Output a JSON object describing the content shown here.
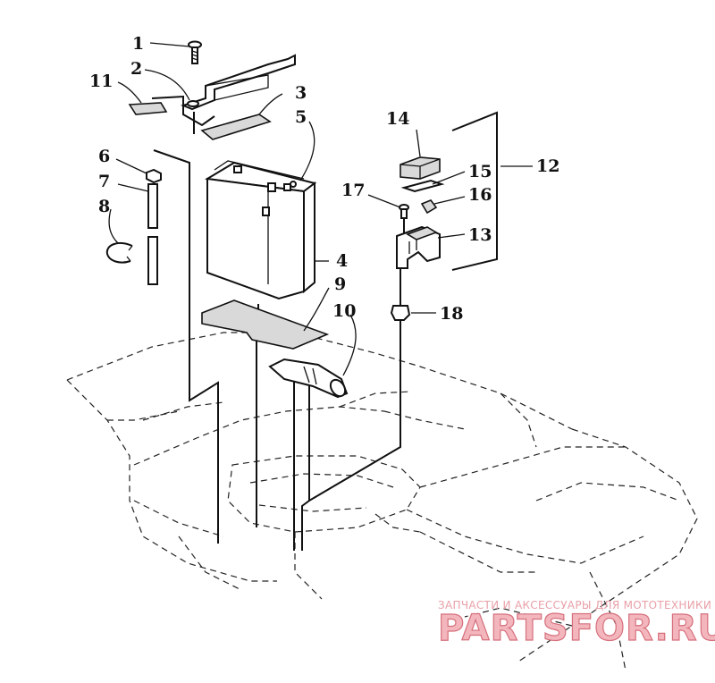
{
  "callouts": [
    {
      "id": "1",
      "label": "1"
    },
    {
      "id": "2",
      "label": "2"
    },
    {
      "id": "3",
      "label": "3"
    },
    {
      "id": "4",
      "label": "4"
    },
    {
      "id": "5",
      "label": "5"
    },
    {
      "id": "6",
      "label": "6"
    },
    {
      "id": "7",
      "label": "7"
    },
    {
      "id": "8",
      "label": "8"
    },
    {
      "id": "9",
      "label": "9"
    },
    {
      "id": "10",
      "label": "10"
    },
    {
      "id": "11",
      "label": "11"
    },
    {
      "id": "12",
      "label": "12"
    },
    {
      "id": "13",
      "label": "13"
    },
    {
      "id": "14",
      "label": "14"
    },
    {
      "id": "15",
      "label": "15"
    },
    {
      "id": "16",
      "label": "16"
    },
    {
      "id": "17",
      "label": "17"
    },
    {
      "id": "18",
      "label": "18"
    }
  ],
  "watermark": {
    "tagline": "ЗАПЧАСТИ И АКСЕССУАРЫ ДЛЯ МОТОТЕХНИКИ",
    "brand": "PARTSFOR.RU",
    "color": "#e8a0a8"
  }
}
